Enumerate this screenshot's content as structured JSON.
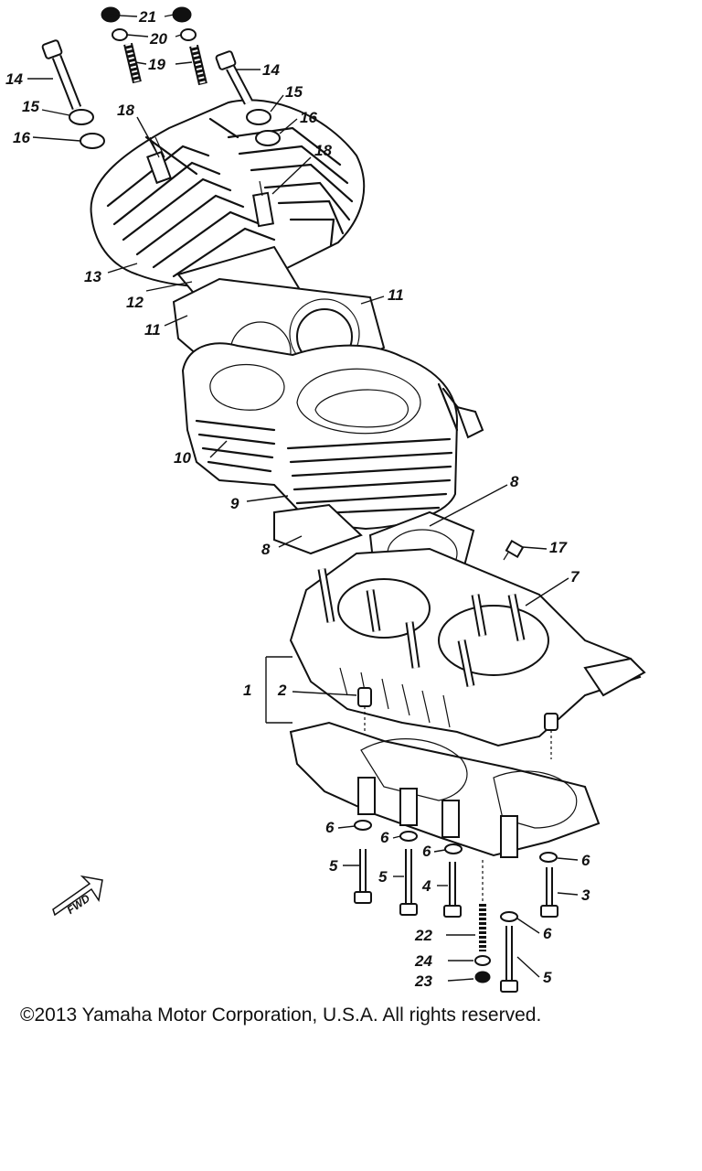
{
  "callouts": [
    {
      "id": "c1",
      "text": "1"
    },
    {
      "id": "c2",
      "text": "2"
    },
    {
      "id": "c3",
      "text": "3"
    },
    {
      "id": "c4",
      "text": "4"
    },
    {
      "id": "c5a",
      "text": "5"
    },
    {
      "id": "c5b",
      "text": "5"
    },
    {
      "id": "c5c",
      "text": "5"
    },
    {
      "id": "c6a",
      "text": "6"
    },
    {
      "id": "c6b",
      "text": "6"
    },
    {
      "id": "c6c",
      "text": "6"
    },
    {
      "id": "c6d",
      "text": "6"
    },
    {
      "id": "c6e",
      "text": "6"
    },
    {
      "id": "c7",
      "text": "7"
    },
    {
      "id": "c8a",
      "text": "8"
    },
    {
      "id": "c8b",
      "text": "8"
    },
    {
      "id": "c9",
      "text": "9"
    },
    {
      "id": "c10",
      "text": "10"
    },
    {
      "id": "c11a",
      "text": "11"
    },
    {
      "id": "c11b",
      "text": "11"
    },
    {
      "id": "c12",
      "text": "12"
    },
    {
      "id": "c13",
      "text": "13"
    },
    {
      "id": "c14a",
      "text": "14"
    },
    {
      "id": "c14b",
      "text": "14"
    },
    {
      "id": "c15a",
      "text": "15"
    },
    {
      "id": "c15b",
      "text": "15"
    },
    {
      "id": "c16a",
      "text": "16"
    },
    {
      "id": "c16b",
      "text": "16"
    },
    {
      "id": "c17",
      "text": "17"
    },
    {
      "id": "c18a",
      "text": "18"
    },
    {
      "id": "c18b",
      "text": "18"
    },
    {
      "id": "c19",
      "text": "19"
    },
    {
      "id": "c20",
      "text": "20"
    },
    {
      "id": "c21",
      "text": "21"
    },
    {
      "id": "c22",
      "text": "22"
    },
    {
      "id": "c23",
      "text": "23"
    },
    {
      "id": "c24",
      "text": "24"
    }
  ],
  "fwd_label": "FWD",
  "copyright": "©2013 Yamaha Motor Corporation, U.S.A. All rights reserved."
}
